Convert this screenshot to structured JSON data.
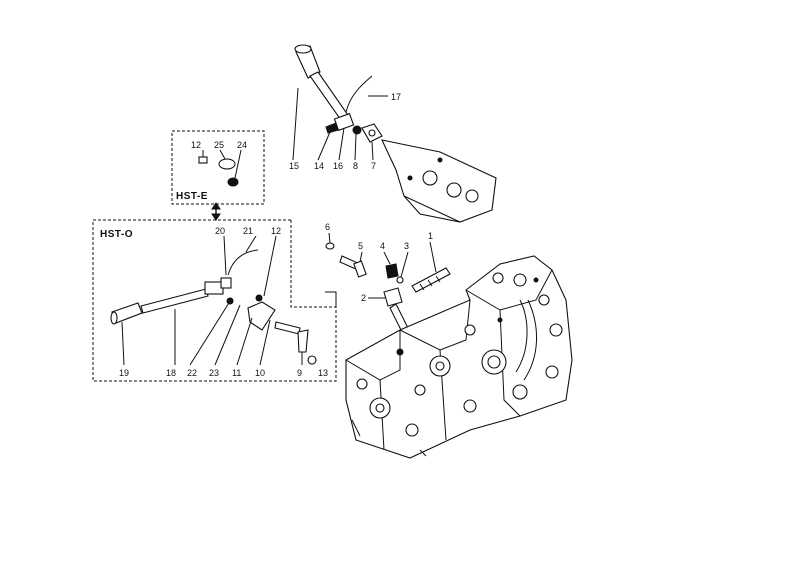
{
  "boxes": {
    "hst_e": "HST-E",
    "hst_o": "HST-O"
  },
  "callouts": [
    "1",
    "2",
    "3",
    "4",
    "5",
    "6",
    "7",
    "8",
    "9",
    "10",
    "11",
    "12",
    "12",
    "13",
    "14",
    "15",
    "16",
    "17",
    "18",
    "19",
    "20",
    "21",
    "22",
    "23",
    "24",
    "25"
  ],
  "colors": {
    "ink": "#111111",
    "paper": "#ffffff"
  }
}
